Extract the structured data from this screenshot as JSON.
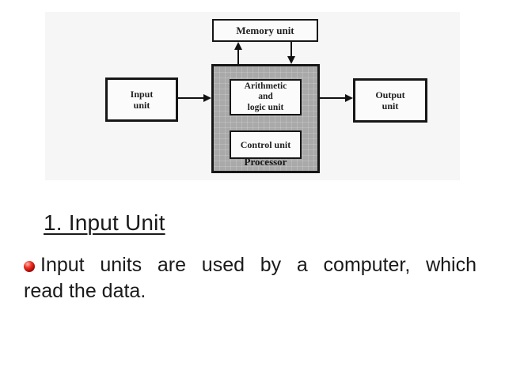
{
  "slide": {
    "background_color": "#ffffff",
    "text_color": "#1a1a1a"
  },
  "diagram": {
    "scan_background": "#f6f6f6",
    "processor_fill": "#a9a9a9",
    "line_color": "#111111",
    "boxes": {
      "memory": "Memory unit",
      "input": "Input\nunit",
      "output": "Output\nunit",
      "alu": "Arithmetic\nand\nlogic unit",
      "control": "Control unit",
      "processor": "Processor"
    },
    "arrows": [
      "input-unit to processor",
      "processor to output-unit",
      "processor to memory-unit",
      "memory-unit to processor"
    ]
  },
  "heading": {
    "text": "1. Input Unit"
  },
  "bullet": {
    "icon": "red-sphere-bullet",
    "color": "#b30d0d",
    "lines": {
      "line1": "Input units are used by a computer, which",
      "line2": "read the data."
    }
  }
}
